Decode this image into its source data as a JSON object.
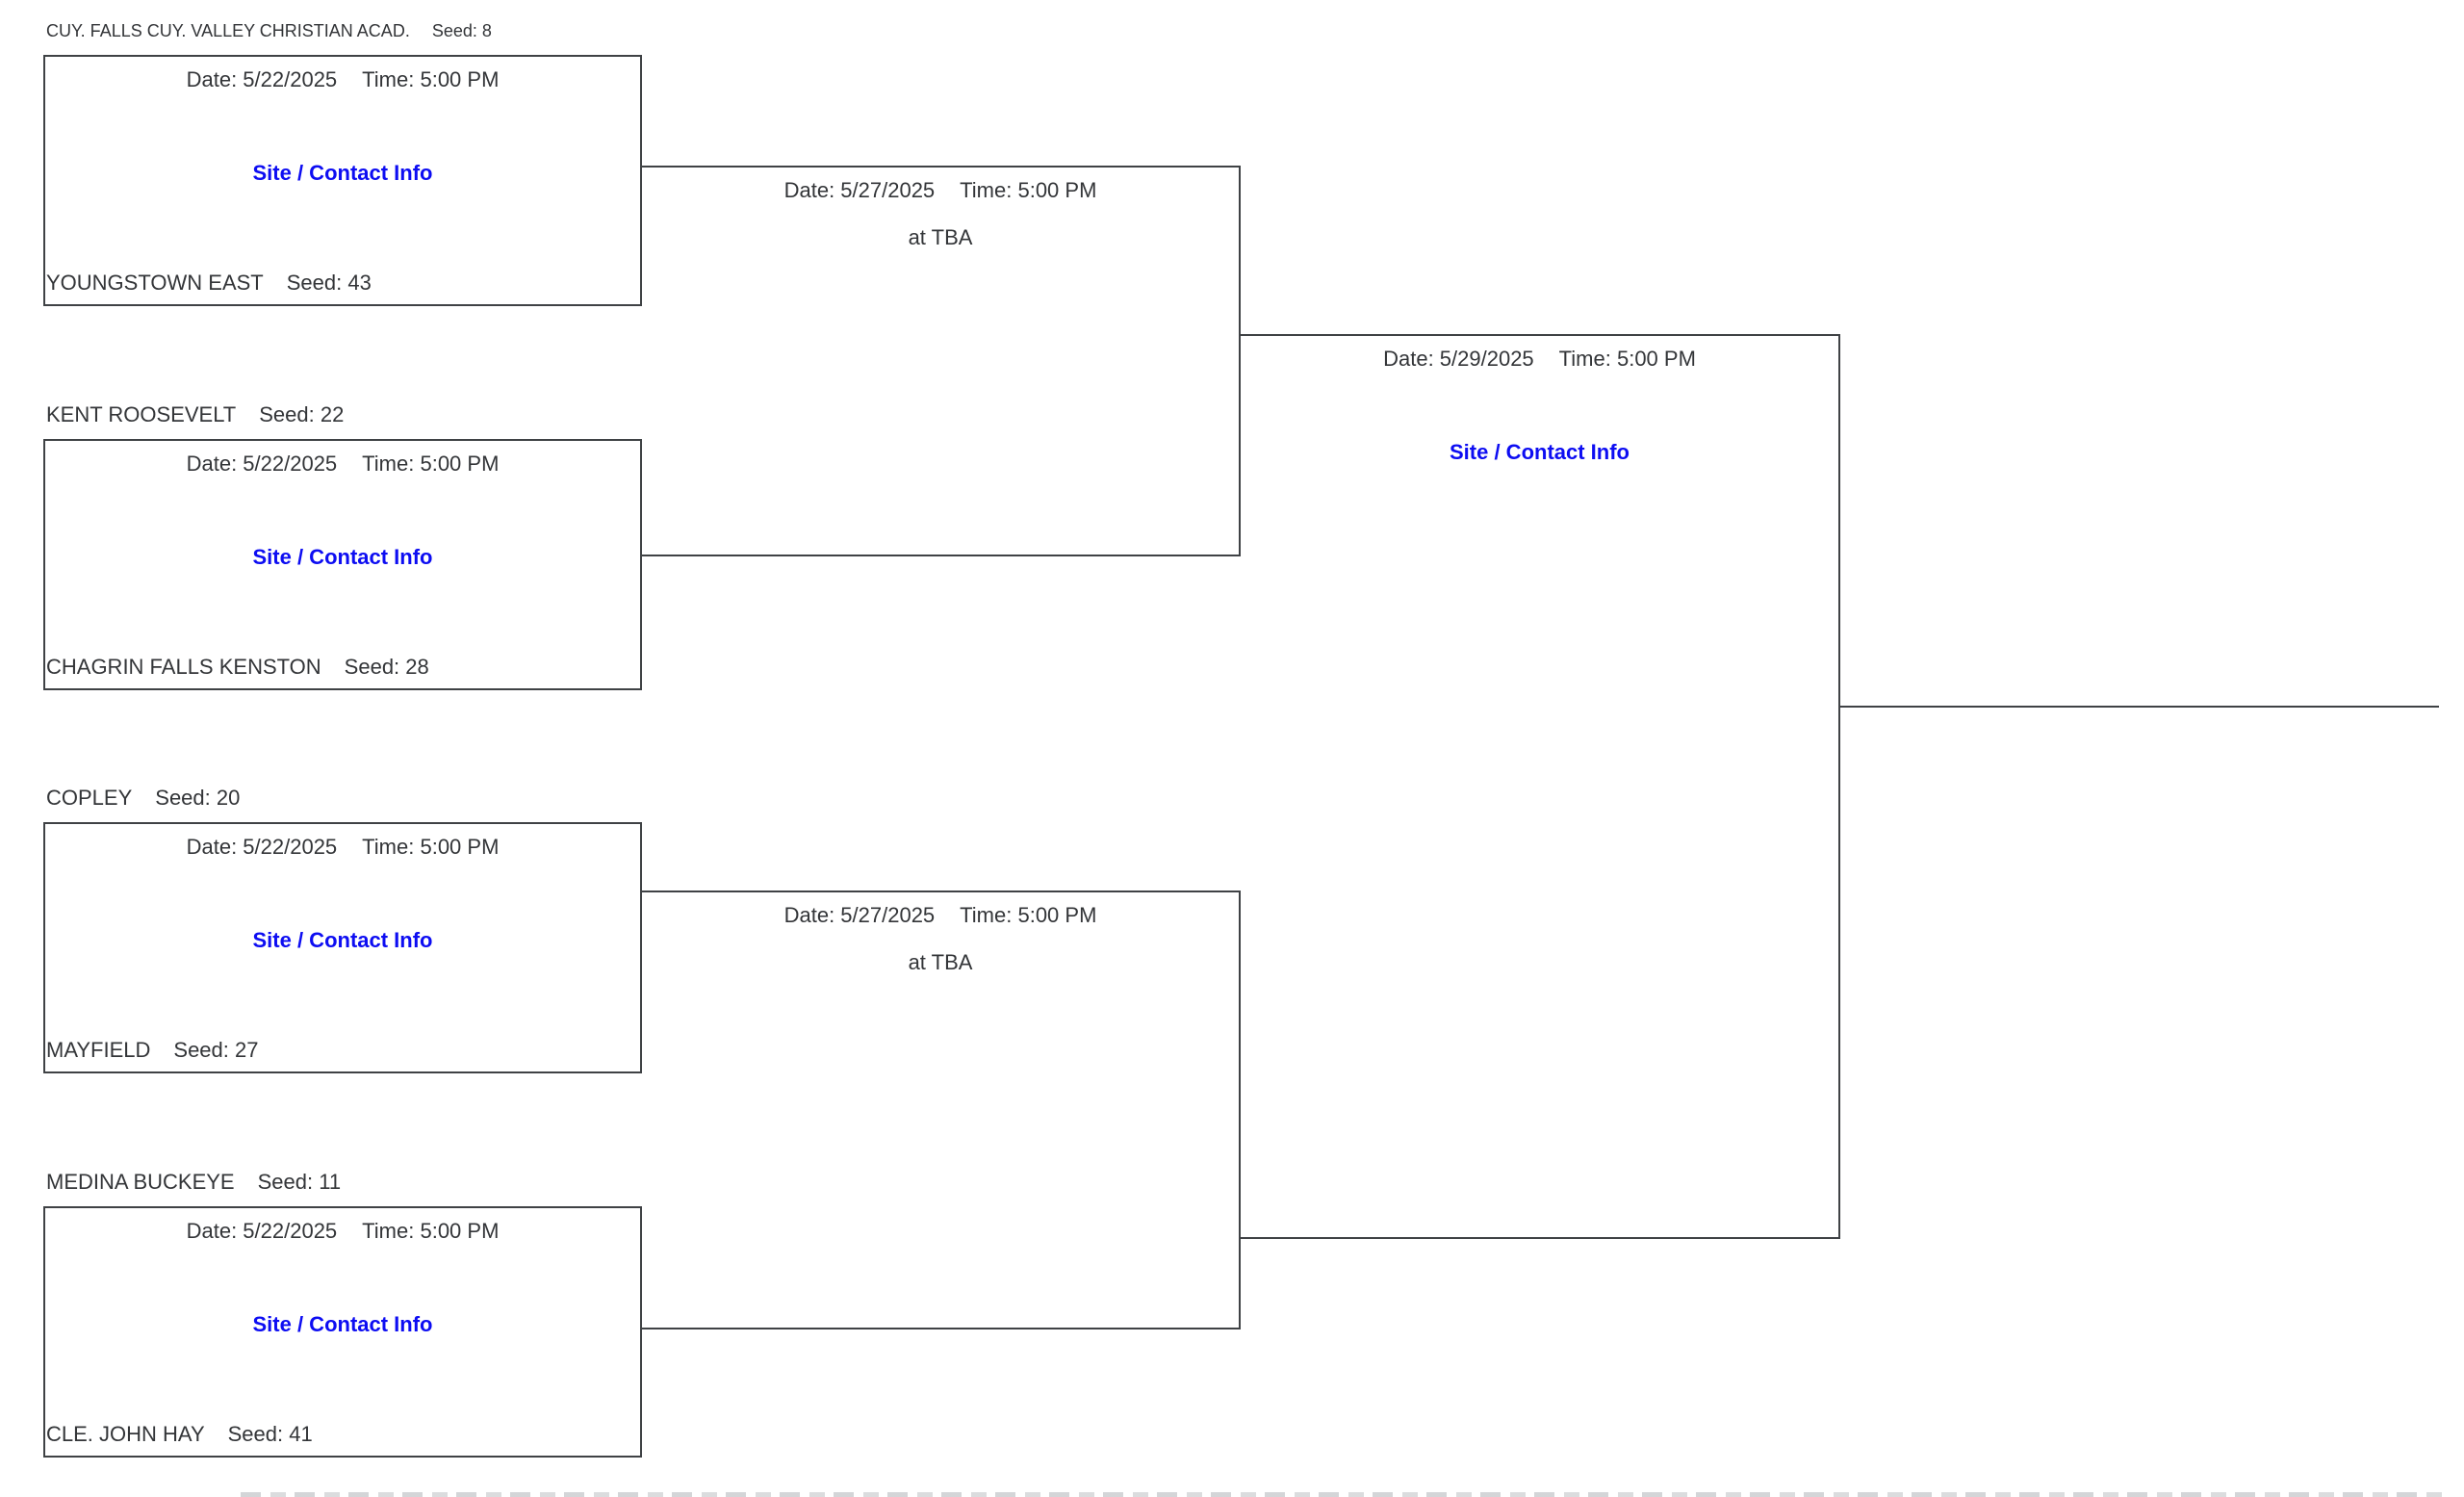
{
  "page": {
    "background": "#ffffff",
    "line_color": "#3f4245",
    "text_color": "#333538",
    "link_color": "#0d0df2"
  },
  "round1": [
    {
      "team_top": "CUY. FALLS CUY. VALLEY CHRISTIAN ACAD.",
      "seed_top": "Seed: 8",
      "date": "Date: 5/22/2025",
      "time": "Time: 5:00 PM",
      "site_link": "Site / Contact Info",
      "team_bottom": "YOUNGSTOWN EAST",
      "seed_bottom": "Seed: 43"
    },
    {
      "team_top": "KENT ROOSEVELT",
      "seed_top": "Seed: 22",
      "date": "Date: 5/22/2025",
      "time": "Time: 5:00 PM",
      "site_link": "Site / Contact Info",
      "team_bottom": "CHAGRIN FALLS KENSTON",
      "seed_bottom": "Seed: 28"
    },
    {
      "team_top": "COPLEY",
      "seed_top": "Seed: 20",
      "date": "Date: 5/22/2025",
      "time": "Time: 5:00 PM",
      "site_link": "Site / Contact Info",
      "team_bottom": "MAYFIELD",
      "seed_bottom": "Seed: 27"
    },
    {
      "team_top": "MEDINA BUCKEYE",
      "seed_top": "Seed: 11",
      "date": "Date: 5/22/2025",
      "time": "Time: 5:00 PM",
      "site_link": "Site / Contact Info",
      "team_bottom": "CLE. JOHN HAY",
      "seed_bottom": "Seed: 41"
    }
  ],
  "semifinals": [
    {
      "date": "Date: 5/27/2025",
      "time": "Time: 5:00 PM",
      "location": "at TBA"
    },
    {
      "date": "Date: 5/27/2025",
      "time": "Time: 5:00 PM",
      "location": "at TBA"
    }
  ],
  "final": {
    "date": "Date: 5/29/2025",
    "time": "Time: 5:00 PM",
    "site_link": "Site / Contact Info"
  }
}
